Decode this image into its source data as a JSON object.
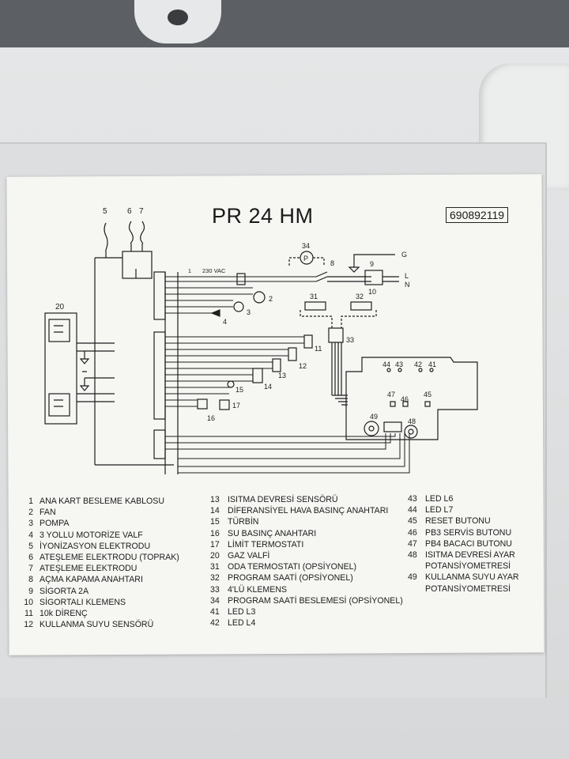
{
  "diagram": {
    "title": "PR 24 HM",
    "part_number": "690892119",
    "voltage_label": "230 VAC",
    "wire_1_label": "1",
    "terminal_L": "L",
    "terminal_N": "N",
    "terminal_G": "G",
    "callouts": {
      "c5": "5",
      "c6": "6",
      "c7": "7",
      "c20": "20",
      "c34": "34",
      "c8": "8",
      "c9": "9",
      "c10": "10",
      "c2": "2",
      "c3": "3",
      "c4": "4",
      "c31": "31",
      "c32": "32",
      "c33": "33",
      "c11": "11",
      "c12": "12",
      "c13": "13",
      "c14": "14",
      "c15": "15",
      "c16": "16",
      "c17": "17",
      "c44": "44",
      "c43": "43",
      "c42": "42",
      "c41": "41",
      "c47": "47",
      "c46": "46",
      "c45": "45",
      "c49": "49",
      "c48": "48"
    }
  },
  "legend": {
    "col1": [
      {
        "num": "1",
        "text": "ANA KART BESLEME KABLOSU"
      },
      {
        "num": "2",
        "text": "FAN"
      },
      {
        "num": "3",
        "text": "POMPA"
      },
      {
        "num": "4",
        "text": "3 YOLLU MOTORİZE VALF"
      },
      {
        "num": "5",
        "text": "İYONİZASYON ELEKTRODU"
      },
      {
        "num": "6",
        "text": "ATEŞLEME ELEKTRODU (TOPRAK)"
      },
      {
        "num": "7",
        "text": "ATEŞLEME ELEKTRODU"
      },
      {
        "num": "8",
        "text": "AÇMA KAPAMA ANAHTARI"
      },
      {
        "num": "9",
        "text": "SİGORTA 2A"
      },
      {
        "num": "10",
        "text": "SİGORTALI KLEMENS"
      },
      {
        "num": "11",
        "text": "10k DİRENÇ"
      },
      {
        "num": "12",
        "text": "KULLANMA SUYU SENSÖRÜ"
      }
    ],
    "col2": [
      {
        "num": "13",
        "text": "ISITMA DEVRESİ SENSÖRÜ"
      },
      {
        "num": "14",
        "text": "DİFERANSİYEL HAVA BASINÇ ANAHTARI"
      },
      {
        "num": "15",
        "text": "TÜRBİN"
      },
      {
        "num": "16",
        "text": "SU BASINÇ ANAHTARI"
      },
      {
        "num": "17",
        "text": "LİMİT TERMOSTATI"
      },
      {
        "num": "20",
        "text": "GAZ VALFİ"
      },
      {
        "num": "31",
        "text": "ODA TERMOSTATI (OPSİYONEL)"
      },
      {
        "num": "32",
        "text": "PROGRAM SAATİ (OPSİYONEL)"
      },
      {
        "num": "33",
        "text": "4'LÜ KLEMENS"
      },
      {
        "num": "34",
        "text": "PROGRAM SAATİ BESLEMESİ (OPSİYONEL)"
      },
      {
        "num": "41",
        "text": "LED L3"
      },
      {
        "num": "42",
        "text": "LED L4"
      }
    ],
    "col3": [
      {
        "num": "43",
        "text": "LED L6"
      },
      {
        "num": "44",
        "text": "LED L7"
      },
      {
        "num": "45",
        "text": "RESET BUTONU"
      },
      {
        "num": "46",
        "text": "PB3 SERVİS BUTONU"
      },
      {
        "num": "47",
        "text": "PB4 BACACI BUTONU"
      },
      {
        "num": "48",
        "text": "ISITMA DEVRESİ AYAR",
        "cont": "POTANSİYOMETRESİ"
      },
      {
        "num": "49",
        "text": "KULLANMA SUYU AYAR",
        "cont": "POTANSİYOMETRESİ"
      }
    ]
  }
}
